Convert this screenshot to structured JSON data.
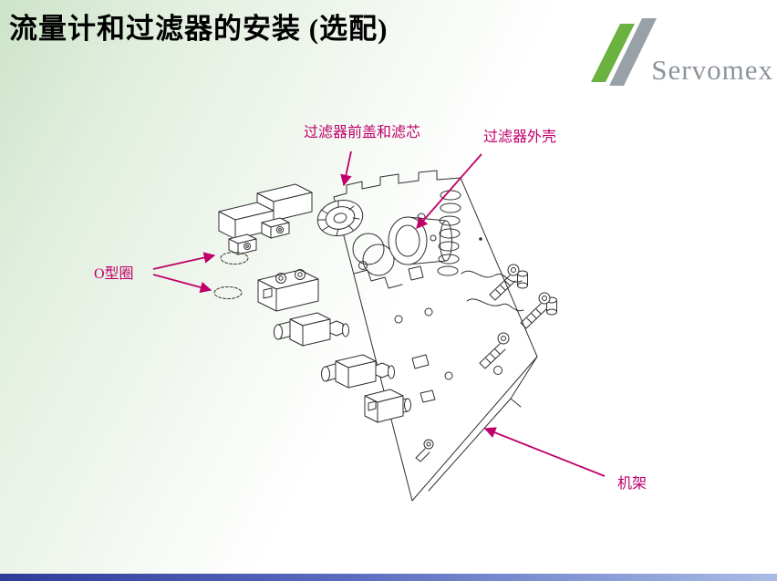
{
  "slide": {
    "title": "流量计和过滤器的安装 (选配)",
    "logo_text": "Servomex"
  },
  "labels": {
    "filter_cover": "过滤器前盖和滤芯",
    "filter_housing": "过滤器外壳",
    "o_ring": "O型圈",
    "frame": "机架"
  },
  "colors": {
    "label_text": "#c0006a",
    "title_text": "#000000",
    "logo_text": "#8e949b",
    "logo_green": "#6ab23f",
    "logo_gray": "#98a0a8",
    "line": "#2f2f2f",
    "background_tint": "#cde4c9",
    "bottom_bar_start": "#2e3c96",
    "bottom_bar_end": "#a9bce6"
  }
}
